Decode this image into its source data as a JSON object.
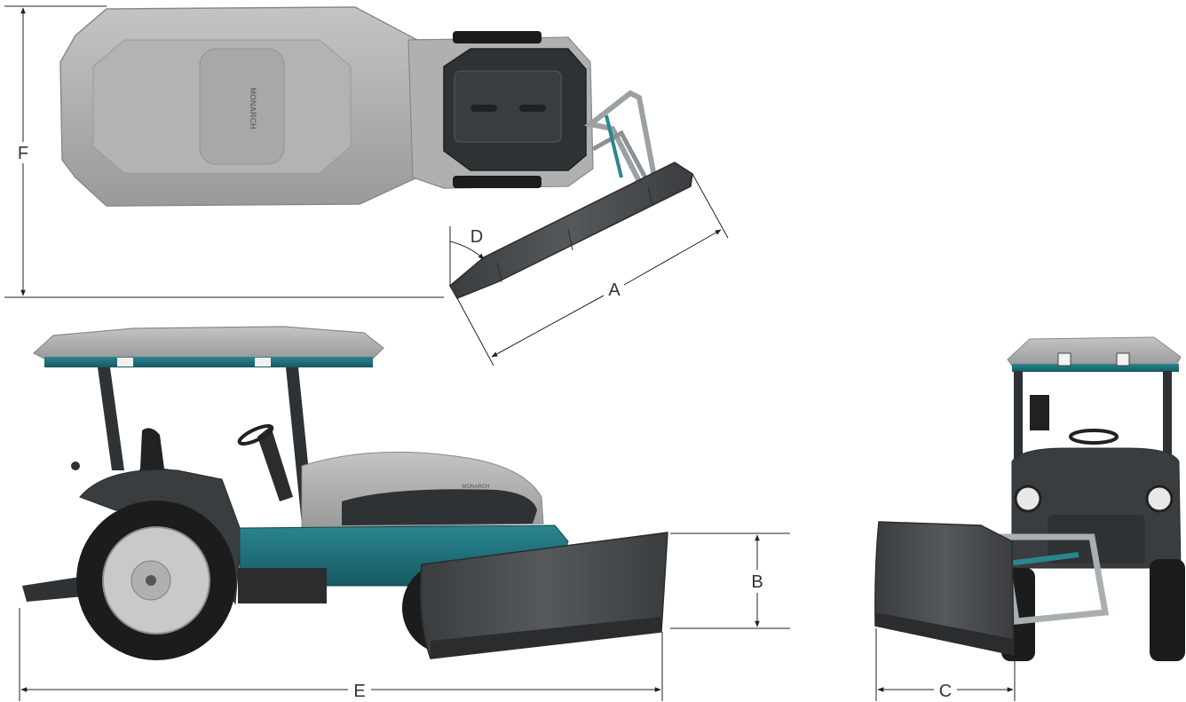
{
  "dimension_labels": {
    "a": "A",
    "b": "B",
    "c": "C",
    "d": "D",
    "e": "E",
    "f": "F"
  },
  "branding": {
    "hood_wordmark": "MONARCH",
    "side_wordmark": "MONARCH"
  },
  "colors": {
    "body_gray": "#a9a9a9",
    "canopy_gray": "#b8b8b8",
    "dark_gray": "#3c3f41",
    "blade_gray": "#4a4d4f",
    "teal_accent": "#1e6f78",
    "tire_black": "#1c1c1c",
    "rim_gray": "#c9c9c9",
    "dimension_line": "#222222"
  }
}
